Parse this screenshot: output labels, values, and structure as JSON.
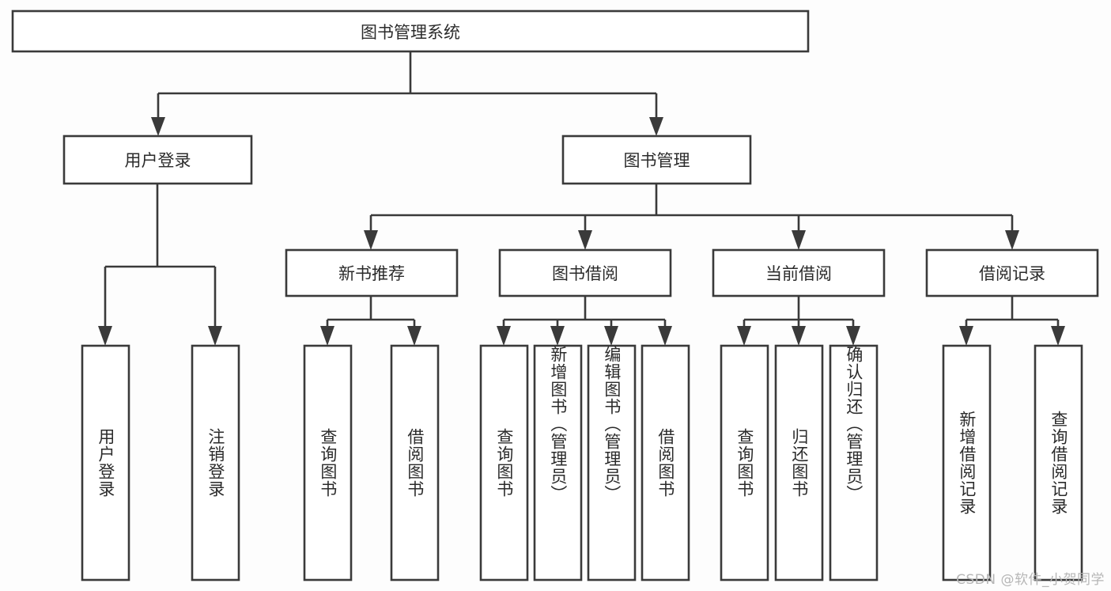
{
  "diagram": {
    "title": "图书管理系统",
    "type": "tree",
    "watermark": "CSDN @软件_小贺同学",
    "colors": {
      "box_stroke": "#3a3a3a",
      "box_fill": "#ffffff",
      "text": "#2b2b2b",
      "background": "#fdfdfd",
      "watermark": "#b6b6b6"
    },
    "nodes": {
      "root": {
        "label": "图书管理系统"
      },
      "level2": [
        {
          "label": "用户登录"
        },
        {
          "label": "图书管理"
        }
      ],
      "level3": [
        {
          "label": "新书推荐"
        },
        {
          "label": "图书借阅"
        },
        {
          "label": "当前借阅"
        },
        {
          "label": "借阅记录"
        }
      ],
      "leaves": {
        "user_login": [
          {
            "label": "用户登录"
          },
          {
            "label": "注销登录"
          }
        ],
        "new_book_recommend": [
          {
            "label": "查询图书"
          },
          {
            "label": "借阅图书"
          }
        ],
        "book_borrow": [
          {
            "label": "查询图书"
          },
          {
            "label": "新增图书（管理员）"
          },
          {
            "label": "编辑图书（管理员）"
          },
          {
            "label": "借阅图书"
          }
        ],
        "current_borrow": [
          {
            "label": "查询图书"
          },
          {
            "label": "归还图书"
          },
          {
            "label": "确认归还（管理员）"
          }
        ],
        "borrow_record": [
          {
            "label": "新增借阅记录"
          },
          {
            "label": "查询借阅记录"
          }
        ]
      }
    }
  }
}
